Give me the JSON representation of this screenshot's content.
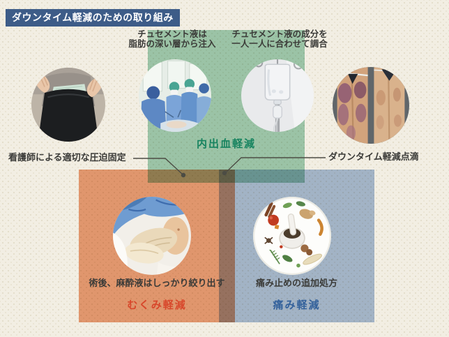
{
  "title": "ダウンタイム軽減のための取り組み",
  "top_labels": {
    "inject": {
      "line1": "チュセメント液は",
      "line2": "脂肪の深い層から注入"
    },
    "blend": {
      "line1": "チュセメント液の成分を",
      "line2": "一人一人に合わせて調合"
    }
  },
  "sections": {
    "bruise": {
      "label": "内出血軽減"
    },
    "swelling": {
      "caption": "術後、麻酔液はしっかり絞り出す",
      "label": "むくみ軽減"
    },
    "pain": {
      "caption": "痛み止めの追加処方",
      "label": "痛み軽減"
    }
  },
  "callouts": {
    "compression": "看護師による適切な圧迫固定",
    "drip": "ダウンタイム軽減点滴"
  },
  "images": {
    "garment": "photo-compression-garment",
    "surgery": "photo-operating-room",
    "iv": "photo-iv-drip",
    "legs": "photo-bruised-legs",
    "massage": "photo-post-op-massage",
    "herbs": "photo-herbal-medicine"
  },
  "colors": {
    "bg": "#f2eee3",
    "title_bg": "#3d5c88",
    "green_box": "#a3d1bb",
    "orange_box": "#eca17a",
    "blue_box": "#abc0de",
    "green_text": "#16835f",
    "orange_text": "#d8472b",
    "blue_text": "#33619b",
    "line": "#4c4c44",
    "label_text": "#3b3b38"
  }
}
